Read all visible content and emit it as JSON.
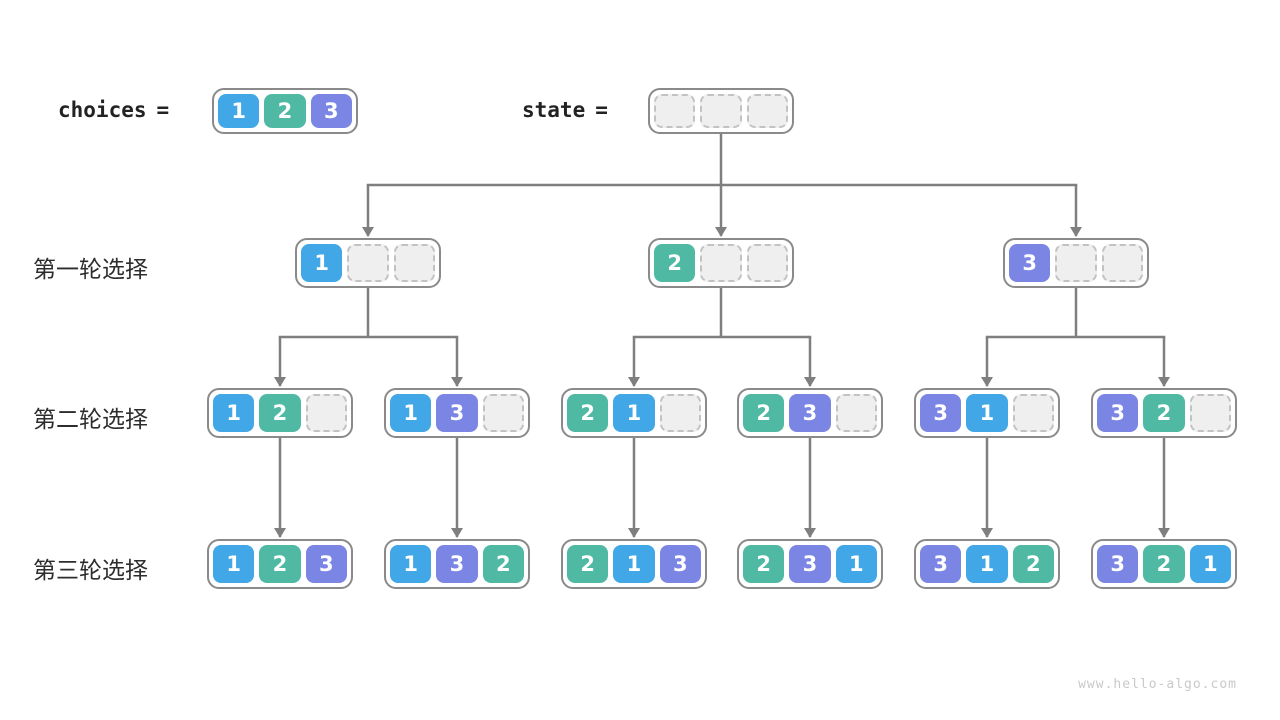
{
  "palette": {
    "blue": "#41a7e6",
    "teal": "#4fb9a4",
    "purple": "#7b85e4",
    "empty_fill": "#efefef",
    "empty_border": "#c2c2c2",
    "node_border": "#8a8a8a",
    "arrow": "#7f7f7f"
  },
  "header": {
    "choices_label": "choices",
    "state_label": "state",
    "equals": "=",
    "choices_cells": [
      "1",
      "2",
      "3"
    ],
    "state_cells": [
      "",
      "",
      ""
    ]
  },
  "rows": [
    {
      "label": "第一轮选择",
      "nodes": [
        [
          "1",
          "",
          ""
        ],
        [
          "2",
          "",
          ""
        ],
        [
          "3",
          "",
          ""
        ]
      ]
    },
    {
      "label": "第二轮选择",
      "nodes": [
        [
          "1",
          "2",
          ""
        ],
        [
          "1",
          "3",
          ""
        ],
        [
          "2",
          "1",
          ""
        ],
        [
          "2",
          "3",
          ""
        ],
        [
          "3",
          "1",
          ""
        ],
        [
          "3",
          "2",
          ""
        ]
      ]
    },
    {
      "label": "第三轮选择",
      "nodes": [
        [
          "1",
          "2",
          "3"
        ],
        [
          "1",
          "3",
          "2"
        ],
        [
          "2",
          "1",
          "3"
        ],
        [
          "2",
          "3",
          "1"
        ],
        [
          "3",
          "1",
          "2"
        ],
        [
          "3",
          "2",
          "1"
        ]
      ]
    }
  ],
  "watermark": "www.hello-algo.com"
}
